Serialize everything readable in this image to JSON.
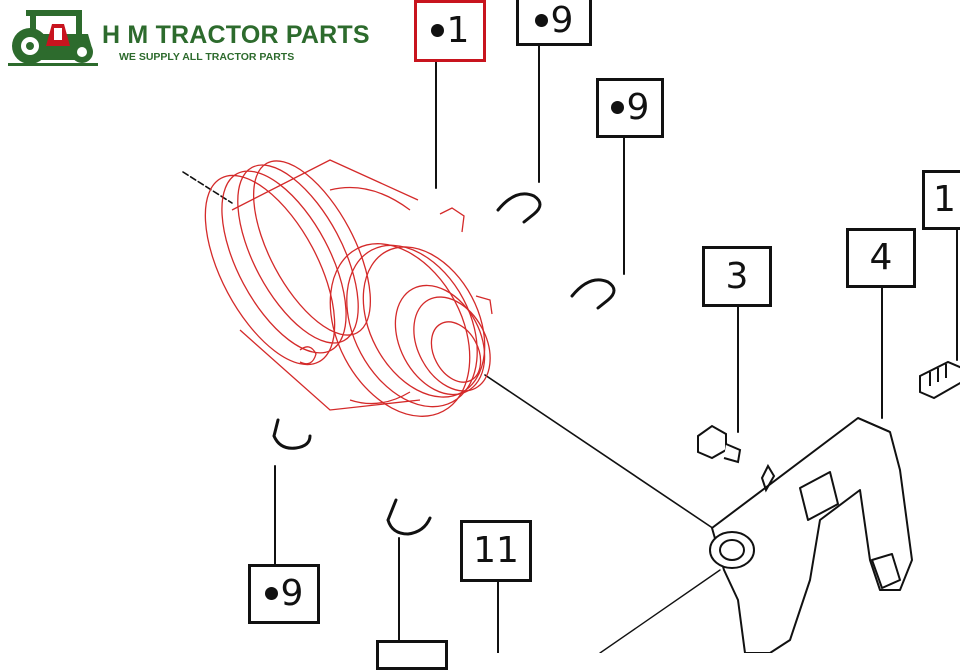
{
  "logo": {
    "brand_name": "H M TRACTOR PARTS",
    "tagline": "WE SUPPLY ALL TRACTOR PARTS",
    "brand_color": "#2d6b2d",
    "icon": "tractor-icon"
  },
  "diagram": {
    "highlight_color": "#d42a2a",
    "selected_callout_color": "#c8141e",
    "line_color": "#111111",
    "callouts": [
      {
        "id": "callout-1",
        "label": "1",
        "dot": true,
        "selected": true
      },
      {
        "id": "callout-9-top",
        "label": "9",
        "dot": true,
        "selected": false
      },
      {
        "id": "callout-9-right",
        "label": "9",
        "dot": true,
        "selected": false
      },
      {
        "id": "callout-3",
        "label": "3",
        "dot": false,
        "selected": false
      },
      {
        "id": "callout-4",
        "label": "4",
        "dot": false,
        "selected": false
      },
      {
        "id": "callout-10",
        "label": "1",
        "dot": false,
        "selected": false
      },
      {
        "id": "callout-9-bottom",
        "label": "9",
        "dot": true,
        "selected": false
      },
      {
        "id": "callout-11",
        "label": "11",
        "dot": false,
        "selected": false
      },
      {
        "id": "callout-bottom",
        "label": "",
        "dot": false,
        "selected": false
      }
    ]
  }
}
